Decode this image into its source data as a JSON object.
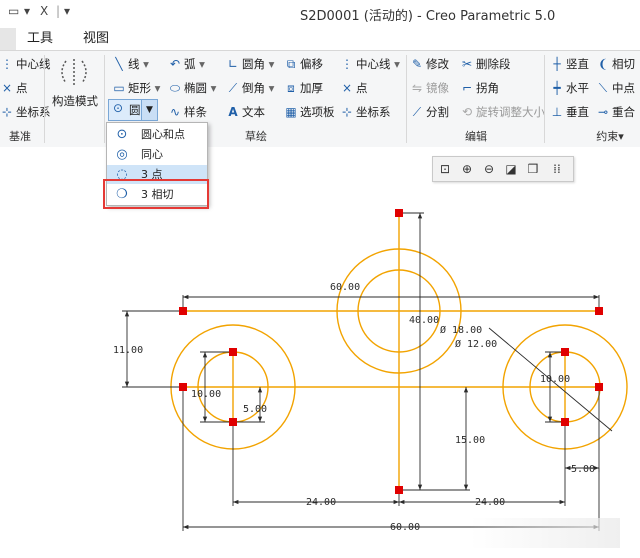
{
  "window": {
    "title": "S2D0001 (活动的) - Creo Parametric 5.0"
  },
  "quick_access": {
    "icons": [
      "window-icon",
      "dropdown-arrow-icon",
      "close-window-icon",
      "more-icon"
    ],
    "close_glyph": "ⵝ",
    "arrow_glyph": "▾"
  },
  "menu_tabs": [
    {
      "label": "工具"
    },
    {
      "label": "视图"
    }
  ],
  "ribbon": {
    "datum": {
      "label": "基准",
      "items": [
        {
          "label": "中心线",
          "icon": "centerline-icon"
        },
        {
          "label": "点",
          "icon": "point-icon"
        },
        {
          "label": "坐标系",
          "icon": "coordinate-system-icon"
        }
      ]
    },
    "construction": {
      "label": "构造模式",
      "icon": "construction-mode-icon"
    },
    "sketch": {
      "label": "草绘",
      "items": [
        {
          "label": "线",
          "icon": "line-icon"
        },
        {
          "label": "弧",
          "icon": "arc-icon"
        },
        {
          "label": "圆角",
          "icon": "fillet-icon"
        },
        {
          "label": "偏移",
          "icon": "offset-icon"
        },
        {
          "label": "中心线",
          "icon": "centerline-icon"
        },
        {
          "label": "矩形",
          "icon": "rectangle-icon"
        },
        {
          "label": "椭圆",
          "icon": "ellipse-icon"
        },
        {
          "label": "倒角",
          "icon": "chamfer-icon"
        },
        {
          "label": "加厚",
          "icon": "thicken-icon"
        },
        {
          "label": "点",
          "icon": "point-icon"
        },
        {
          "label": "圆",
          "icon": "circle-icon"
        },
        {
          "label": "样条",
          "icon": "spline-icon"
        },
        {
          "label": "文本",
          "icon": "text-icon"
        },
        {
          "label": "选项板",
          "icon": "palette-icon"
        },
        {
          "label": "坐标系",
          "icon": "coordinate-system-icon"
        }
      ]
    },
    "edit": {
      "label": "编辑",
      "items": [
        {
          "label": "修改",
          "icon": "modify-icon"
        },
        {
          "label": "删除段",
          "icon": "delete-segment-icon"
        },
        {
          "label": "镜像",
          "icon": "mirror-icon",
          "disabled": true
        },
        {
          "label": "拐角",
          "icon": "corner-icon"
        },
        {
          "label": "分割",
          "icon": "divide-icon"
        },
        {
          "label": "旋转调整大小",
          "icon": "rotate-resize-icon",
          "disabled": true
        }
      ]
    },
    "constrain": {
      "label": "约束▾",
      "items": [
        {
          "label": "竖直",
          "icon": "vertical-constraint-icon"
        },
        {
          "label": "相切",
          "icon": "tangent-constraint-icon"
        },
        {
          "label": "水平",
          "icon": "horizontal-constraint-icon"
        },
        {
          "label": "中点",
          "icon": "midpoint-constraint-icon"
        },
        {
          "label": "垂直",
          "icon": "perpendicular-constraint-icon"
        },
        {
          "label": "重合",
          "icon": "coincident-constraint-icon"
        }
      ]
    }
  },
  "circle_menu": {
    "items": [
      {
        "label": "圆心和点",
        "icon": "center-point-circle-icon"
      },
      {
        "label": "同心",
        "icon": "concentric-circle-icon"
      },
      {
        "label": "3 点",
        "icon": "three-point-circle-icon",
        "hovered": true
      },
      {
        "label": "3 相切",
        "icon": "three-tangent-circle-icon",
        "highlighted": true
      }
    ]
  },
  "view_toolbar": {
    "icons": [
      "refit-icon",
      "zoom-in-icon",
      "zoom-out-icon",
      "repaint-icon",
      "display-style-icon",
      "sketcher-display-filter-icon"
    ]
  },
  "dims": {
    "d60_top": "60.00",
    "d40": "40.00",
    "d11": "11.00",
    "d10_left": "10.00",
    "d5_left": "5.00",
    "d18": "Ø 18.00",
    "d12": "Ø 12.00",
    "d10_right": "10.00",
    "d15": "15.00",
    "d24_left": "24.00",
    "d24_right": "24.00",
    "d5_right": "5.00",
    "d60_bottom": "60.00"
  },
  "colors": {
    "geometry": "#f2a300",
    "dimension": "#2b2b2b",
    "vertex": "#e00000",
    "accent": "#1f5fa8",
    "highlight": "#e53935"
  }
}
